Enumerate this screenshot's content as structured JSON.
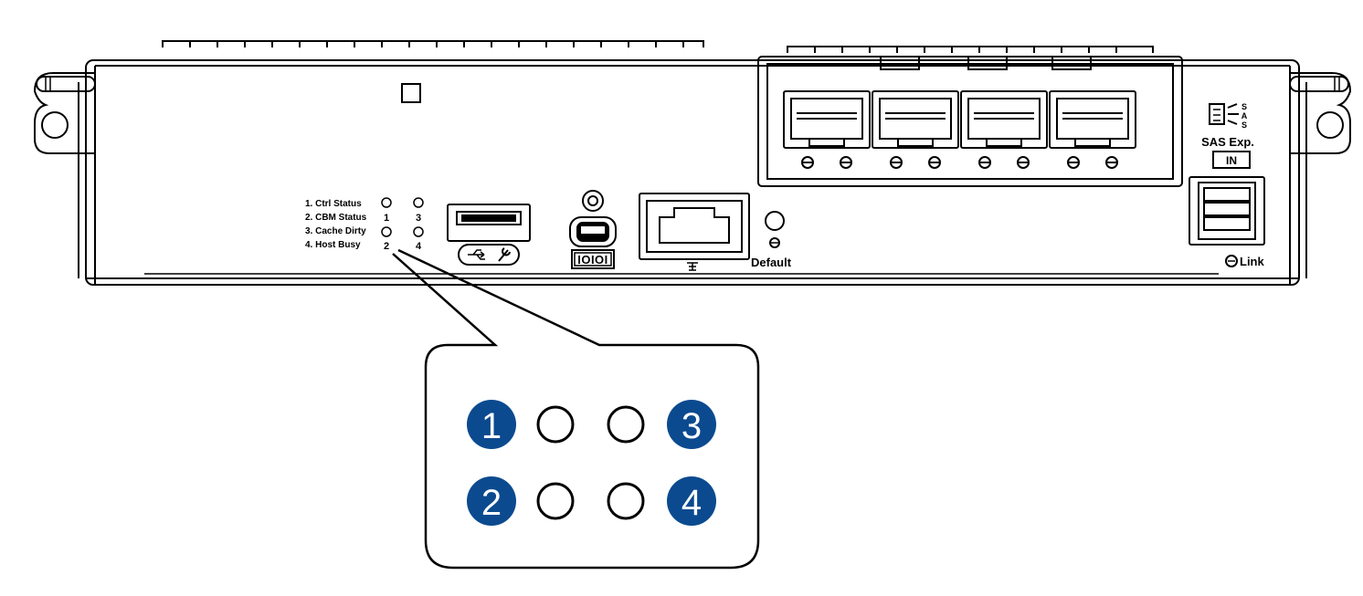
{
  "led_legend": {
    "items": [
      "1. Ctrl Status",
      "2. CBM Status",
      "3. Cache Dirty",
      "4. Host Busy"
    ],
    "numbers": [
      "1",
      "3",
      "2",
      "4"
    ]
  },
  "sas": {
    "letter_s1": "S",
    "letter_a": "A",
    "letter_s2": "S",
    "label": "SAS Exp.",
    "in_label": "IN",
    "link_label": "Link"
  },
  "default_label": "Default",
  "serial_label": "IOIOI",
  "callout_badges": [
    "1",
    "3",
    "2",
    "4"
  ],
  "colors": {
    "badge": "#0b4a8f",
    "line": "#000000",
    "background": "#ffffff"
  },
  "icons": {
    "usb": "usb-wrench-icon",
    "serial": "serial-port-icon",
    "ethernet": "ethernet-rj45-icon",
    "sas_connector": "sas-connector-icon"
  }
}
